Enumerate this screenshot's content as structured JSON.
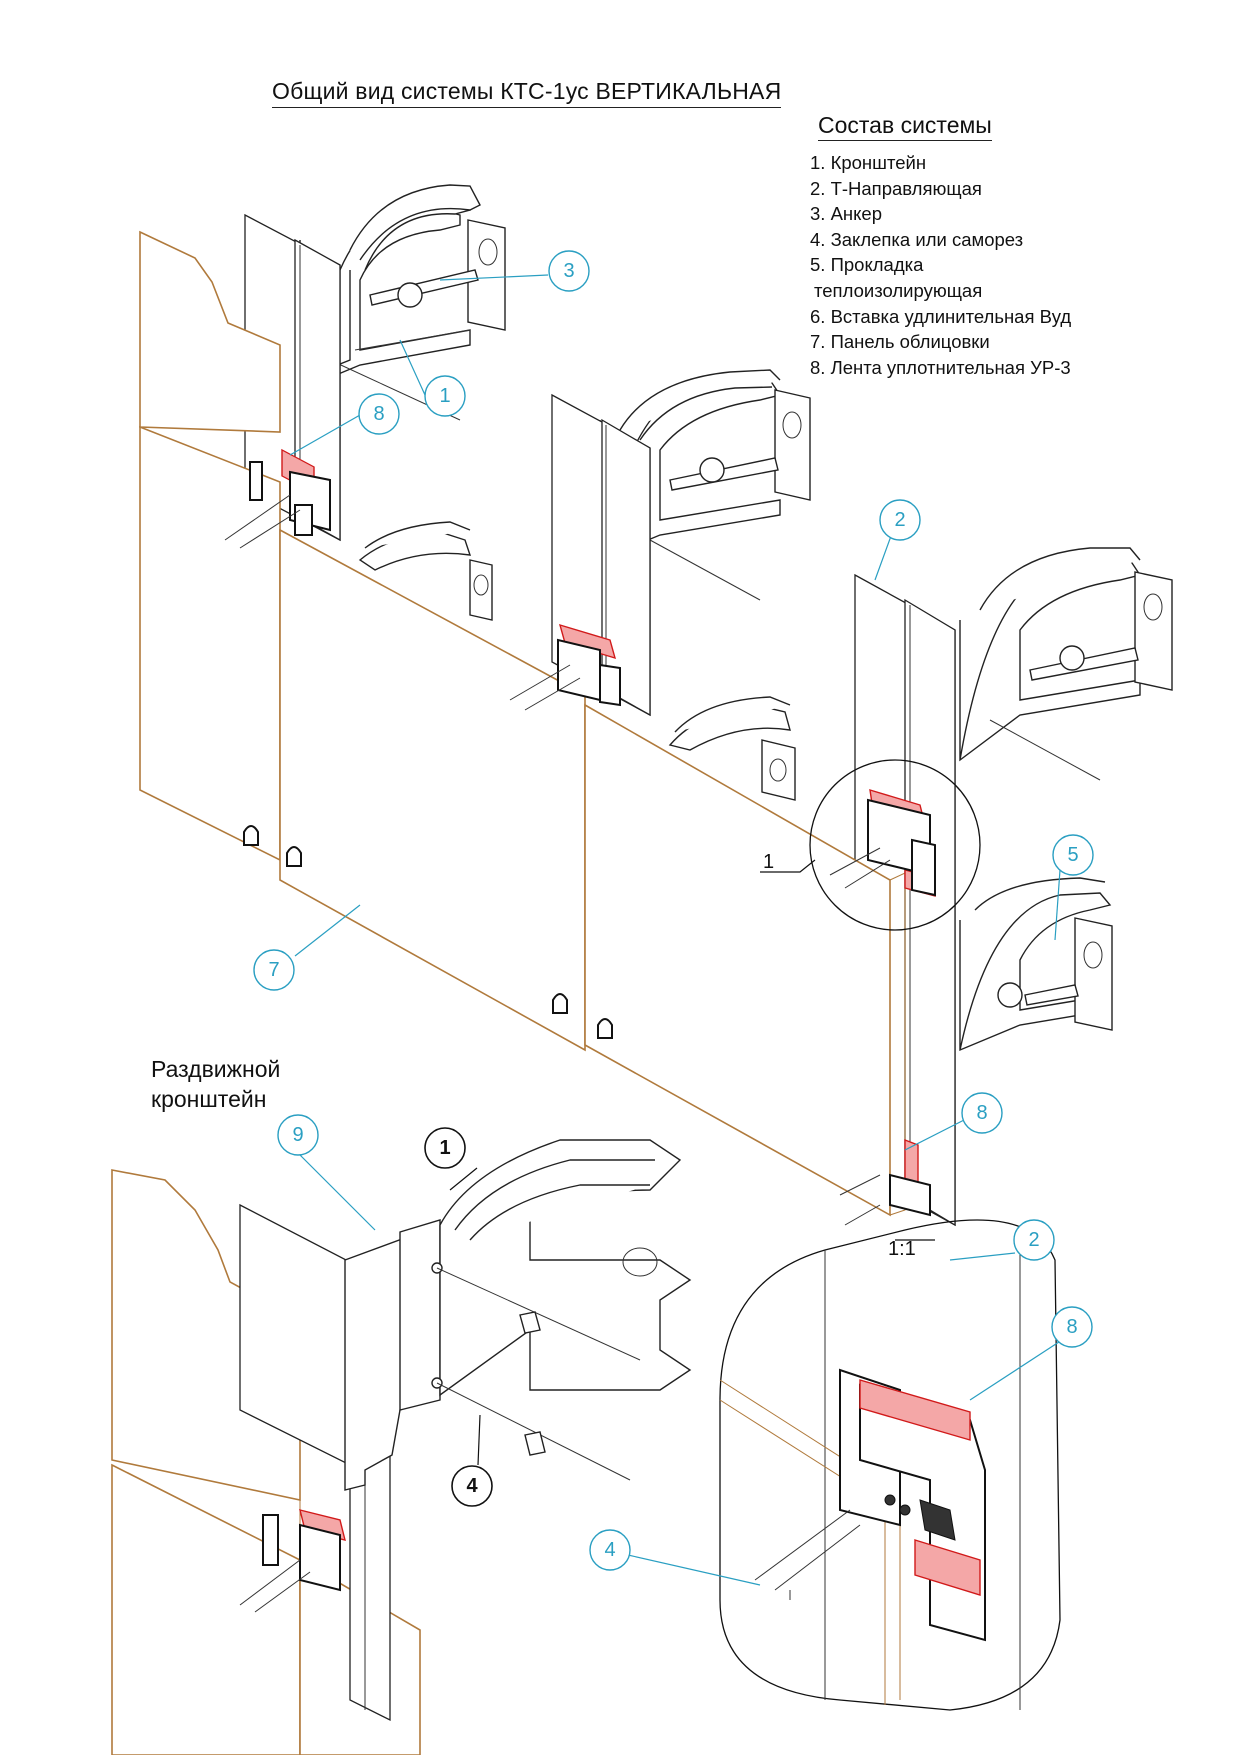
{
  "title": "Общий вид системы КТС-1ус ВЕРТИКАЛЬНАЯ",
  "legend": {
    "title": "Состав системы",
    "items": [
      "1. Кронштейн",
      "2. Т-Направляющая",
      "3. Анкер",
      "4. Заклепка или саморез",
      "5. Прокладка",
      "теплоизолирующая",
      "6. Вставка удлинительная Вуд",
      "7. Панель облицовки",
      "8. Лента уплотнительная УР-3"
    ]
  },
  "side_label": [
    "Раздвижной",
    "кронштейн"
  ],
  "callouts": {
    "c3": "3",
    "c1": "1",
    "c8a": "8",
    "c2a": "2",
    "c5": "5",
    "c7": "7",
    "c8b": "8",
    "c9": "9",
    "c1b": "1",
    "c4b": "4",
    "c2b": "2",
    "c8c": "8",
    "c4c": "4"
  },
  "detail_marks": {
    "detail1": "1",
    "scale": "1:1"
  },
  "colors": {
    "callout": "#2a9fc2",
    "panel_edge": "#b07a3c",
    "seal": "#d11a1a"
  }
}
